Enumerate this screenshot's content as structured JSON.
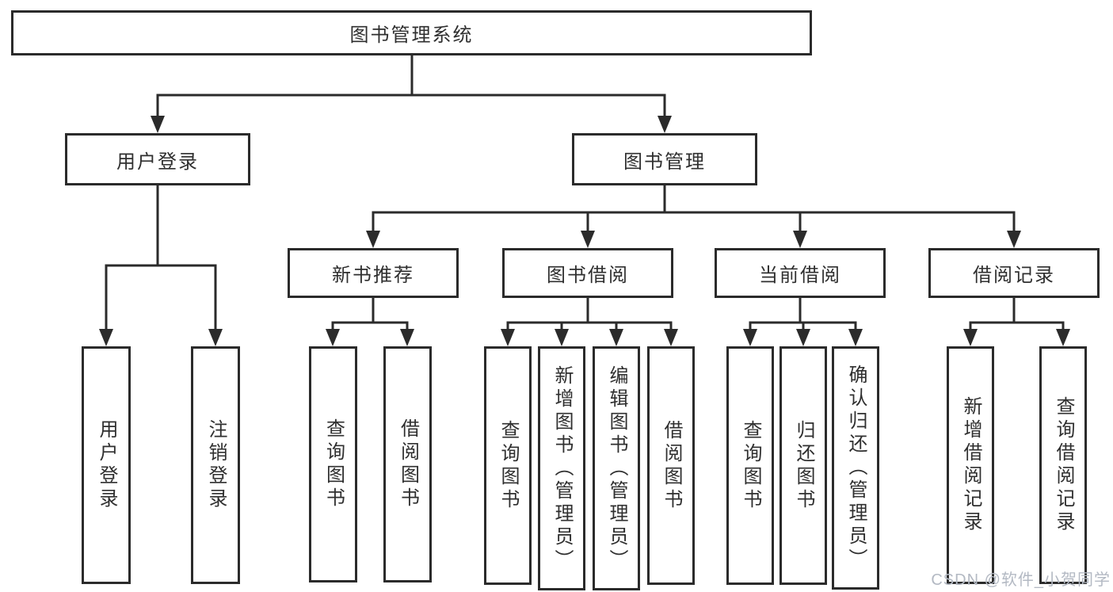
{
  "diagram": {
    "title": "图书管理系统",
    "branches": [
      {
        "label": "用户登录",
        "children": [
          {
            "label": "用户登录"
          },
          {
            "label": "注销登录"
          }
        ]
      },
      {
        "label": "图书管理",
        "children": [
          {
            "label": "新书推荐",
            "children": [
              {
                "label": "查询图书"
              },
              {
                "label": "借阅图书"
              }
            ]
          },
          {
            "label": "图书借阅",
            "children": [
              {
                "label": "查询图书"
              },
              {
                "label": "新增图书（管理员）"
              },
              {
                "label": "编辑图书（管理员）"
              },
              {
                "label": "借阅图书"
              }
            ]
          },
          {
            "label": "当前借阅",
            "children": [
              {
                "label": "查询图书"
              },
              {
                "label": "归还图书"
              },
              {
                "label": "确认归还（管理员）"
              }
            ]
          },
          {
            "label": "借阅记录",
            "children": [
              {
                "label": "新增借阅记录"
              },
              {
                "label": "查询借阅记录"
              }
            ]
          }
        ]
      }
    ]
  },
  "watermark": "CSDN @软件_小贺同学",
  "colors": {
    "line": "#2b2b2b",
    "text": "#2f2f2f",
    "watermark": "#b3b9c3",
    "background": "#ffffff"
  }
}
